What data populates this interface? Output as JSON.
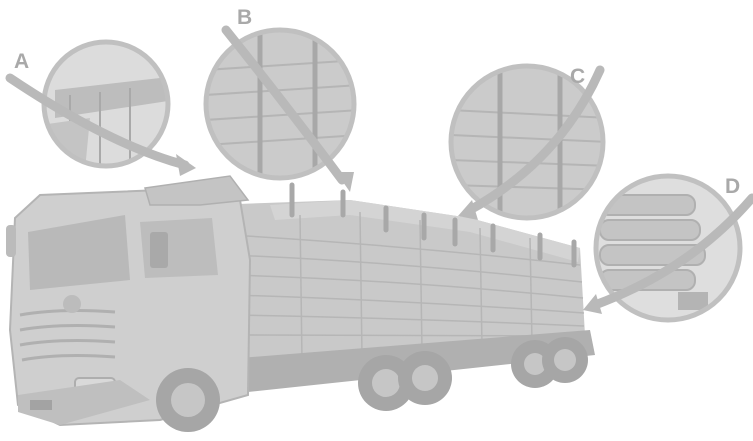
{
  "diagram": {
    "callouts": [
      {
        "id": "A",
        "label": "A"
      },
      {
        "id": "B",
        "label": "B"
      },
      {
        "id": "C",
        "label": "C"
      },
      {
        "id": "D",
        "label": "D"
      }
    ],
    "colors": {
      "background": "#ffffff",
      "body": "#c8c8c8",
      "body_dark": "#a6a6a6",
      "lines": "#b4b4b4",
      "circle_ring": "#c0c0c0",
      "circle_fill": "#d6d6d6",
      "arrow": "#b9b9b9",
      "label": "#a9a9a9"
    }
  }
}
